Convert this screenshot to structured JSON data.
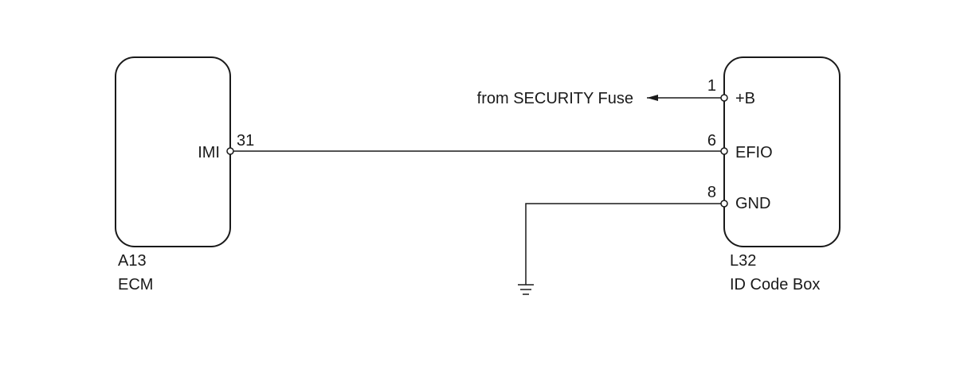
{
  "ecm": {
    "connector": "A13",
    "name": "ECM",
    "pin_label": "IMI",
    "pin_number": "31"
  },
  "id_code_box": {
    "connector": "L32",
    "name": "ID Code Box",
    "pins": [
      {
        "number": "1",
        "label": "+B"
      },
      {
        "number": "6",
        "label": "EFIO"
      },
      {
        "number": "8",
        "label": "GND"
      }
    ]
  },
  "source": {
    "label": "from SECURITY Fuse"
  }
}
